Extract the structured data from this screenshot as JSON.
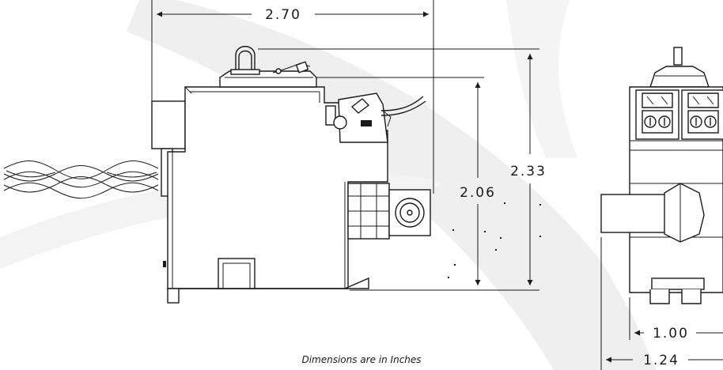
{
  "dimensions": {
    "width": "2.70",
    "height_total": "2.33",
    "height_body": "2.06",
    "side_inner": "1.00",
    "side_outer": "1.24"
  },
  "caption": "Dimensions are in Inches",
  "colors": {
    "line": "#1a1a1a",
    "watermark": "#eeeeee",
    "background": "#ffffff"
  }
}
